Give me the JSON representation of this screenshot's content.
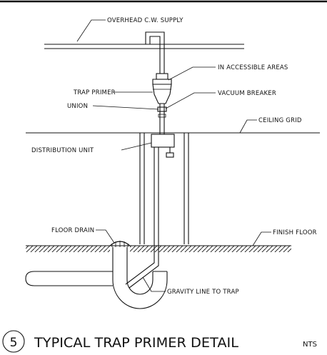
{
  "labels": {
    "overhead_supply": "OVERHEAD C.W. SUPPLY",
    "accessible_areas": "IN ACCESSIBLE AREAS",
    "trap_primer": "TRAP PRIMER",
    "vacuum_breaker": "VACUUM BREAKER",
    "union": "UNION",
    "ceiling_grid": "CEILING GRID",
    "distribution_unit": "DISTRIBUTION UNIT",
    "floor_drain": "FLOOR DRAIN",
    "finish_floor": "FINISH FLOOR",
    "gravity_line": "GRAVITY LINE TO TRAP"
  },
  "title_block": {
    "number": "5",
    "title": "TYPICAL TRAP PRIMER DETAIL",
    "scale": "NTS"
  }
}
